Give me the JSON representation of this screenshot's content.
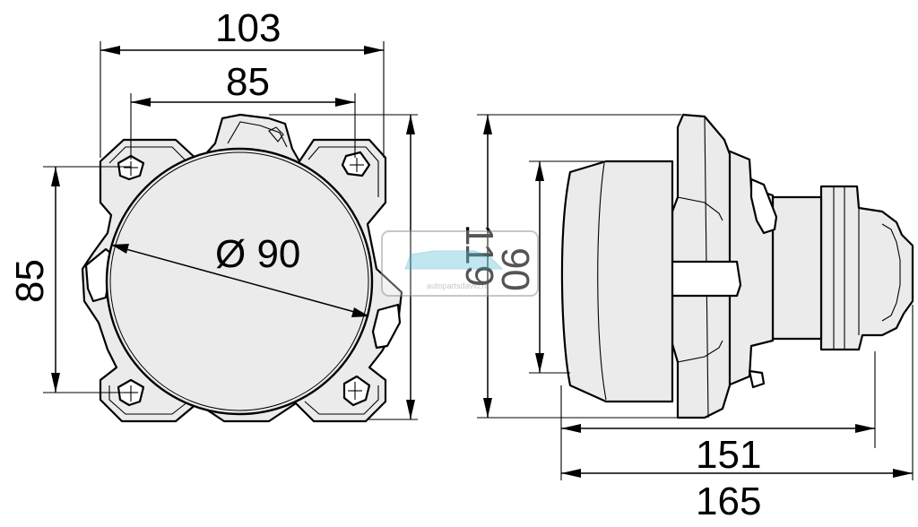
{
  "front_view": {
    "width_outer": "103",
    "width_mounting": "85",
    "height_mounting": "85",
    "lens_diameter": "Ø 90"
  },
  "side_view": {
    "overall_height": "119",
    "lens_height": "90",
    "body_depth": "151",
    "overall_depth": "165"
  },
  "watermark": {
    "text": "autopartsdavid.nl"
  },
  "colors": {
    "line": "#000000",
    "body_fill": "#ebebeb",
    "background": "#ffffff"
  }
}
